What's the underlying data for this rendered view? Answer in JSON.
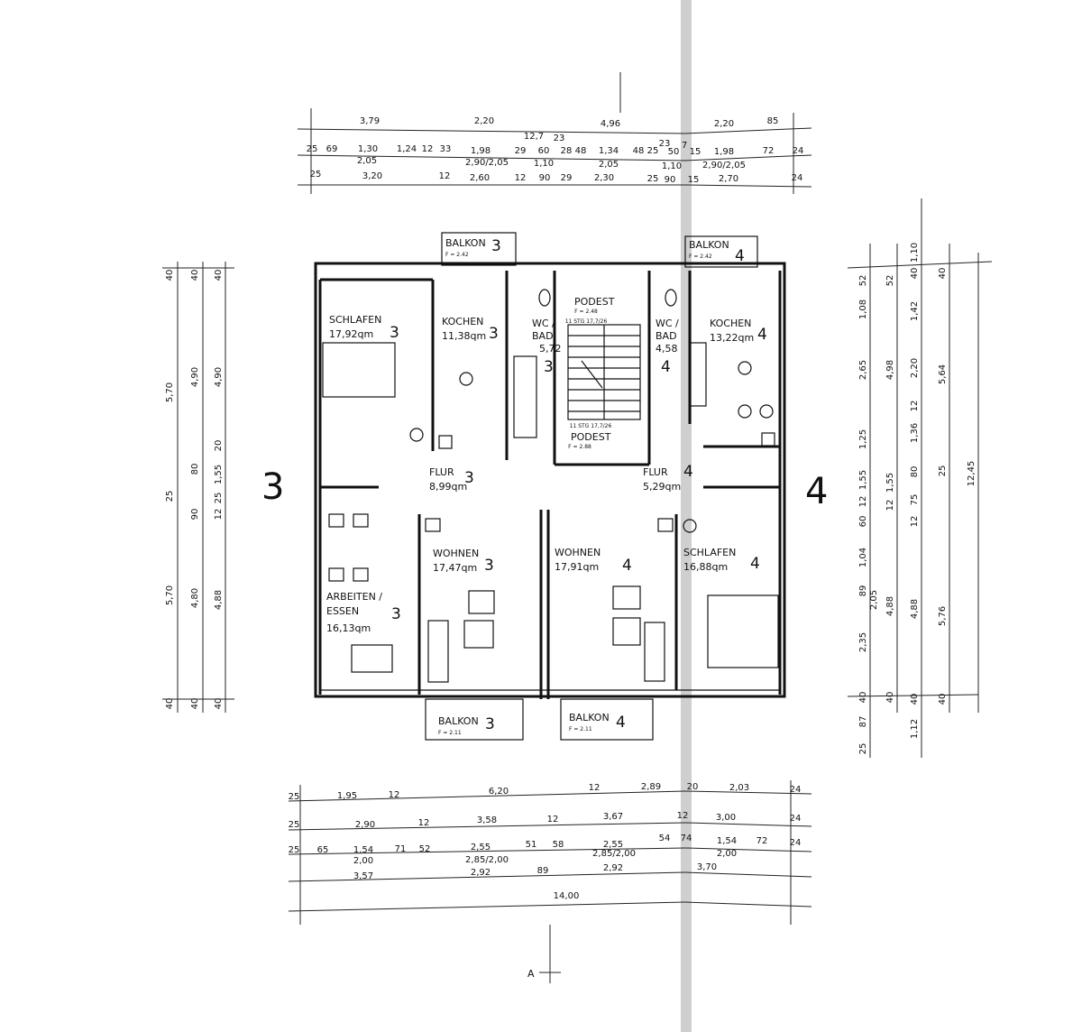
{
  "units": {
    "left": "3",
    "right": "4"
  },
  "section_marker": "A",
  "rooms": {
    "schlafen3": {
      "name": "SCHLAFEN",
      "unit": "3",
      "area": "17,92qm"
    },
    "kochen3": {
      "name": "KOCHEN",
      "unit": "3",
      "area": "11,38qm"
    },
    "wcbad3": {
      "name1": "WC /",
      "name2": "BAD",
      "area": "5,72",
      "unit": "3"
    },
    "podest_top": {
      "name": "PODEST",
      "sub": "F = 2.48"
    },
    "podest_bottom": {
      "name": "PODEST",
      "sub": "F = 2.88"
    },
    "stairs_top": "11 STG 17,7/26",
    "stairs_bottom": "11 STG 17,7/26",
    "wcbad4": {
      "name1": "WC /",
      "name2": "BAD",
      "area": "4,58",
      "unit": "4"
    },
    "kochen4": {
      "name": "KOCHEN",
      "unit": "4",
      "area": "13,22qm"
    },
    "flur3": {
      "name": "FLUR",
      "unit": "3",
      "area": "8,99qm"
    },
    "flur4": {
      "name": "FLUR",
      "unit": "4",
      "area": "5,29qm"
    },
    "wohnen3": {
      "name": "WOHNEN",
      "unit": "3",
      "area": "17,47qm"
    },
    "wohnen4": {
      "name": "WOHNEN",
      "unit": "4",
      "area": "17,91qm"
    },
    "schlafen4": {
      "name": "SCHLAFEN",
      "unit": "4",
      "area": "16,88qm"
    },
    "arbeiten3": {
      "name1": "ARBEITEN /",
      "name2": "ESSEN",
      "unit": "3",
      "area": "16,13qm"
    },
    "balkon3_top": {
      "name": "BALKON",
      "unit": "3",
      "sub": "F = 2.42"
    },
    "balkon4_top": {
      "name": "BALKON",
      "unit": "4",
      "sub": "F = 2.42"
    },
    "balkon3_bottom": {
      "name": "BALKON",
      "unit": "3",
      "sub": "F = 2.11"
    },
    "balkon4_bottom": {
      "name": "BALKON",
      "unit": "4",
      "sub": "F = 2.11"
    }
  },
  "dims_top": {
    "row1": [
      "3,79",
      "2,20",
      "4,96",
      "2,20",
      "85"
    ],
    "row2": [
      "25",
      "69",
      "1,30",
      "1,24",
      "12",
      "33",
      "1,98",
      "29",
      "12,7",
      "60",
      "23",
      "28",
      "48",
      "1,34",
      "48",
      "25",
      "23",
      "50",
      "7",
      "15",
      "1,98",
      "72",
      "24"
    ],
    "row3": [
      "2,05",
      "2,90/2,05",
      "1,10",
      "2,05",
      "1,10",
      "2,90/2,05"
    ],
    "row4": [
      "25",
      "3,20",
      "12",
      "2,60",
      "12",
      "90",
      "29",
      "2,30",
      "25",
      "90",
      "15",
      "2,70",
      "24"
    ]
  },
  "dims_bottom": {
    "row1": [
      "25",
      "1,95",
      "12",
      "6,20",
      "12",
      "2,89",
      "20",
      "2,03",
      "24"
    ],
    "row2": [
      "25",
      "2,90",
      "12",
      "3,58",
      "12",
      "3,67",
      "12",
      "3,00",
      "24"
    ],
    "row3": [
      "25",
      "65",
      "1,54",
      "71",
      "52",
      "2,55",
      "51",
      "58",
      "2,55",
      "54",
      "74",
      "1,54",
      "72",
      "24"
    ],
    "row3b": [
      "2,00",
      "2,85/2,00",
      "2,85/2,00",
      "2,00"
    ],
    "row4": [
      "3,57",
      "2,92",
      "89",
      "2,92",
      "3,70"
    ],
    "row5": [
      "14,00"
    ]
  },
  "dims_left": {
    "col1": [
      "40",
      "5,70",
      "25",
      "5,70",
      "40"
    ],
    "col2": [
      "40",
      "4,90",
      "80",
      "90",
      "4,80",
      "40"
    ],
    "col3": [
      "40",
      "4,90",
      "20",
      "1,55",
      "25",
      "12",
      "4,88",
      "40"
    ]
  },
  "dims_right": {
    "col1": [
      "52",
      "1,08",
      "2,65",
      "1,25",
      "1,55",
      "12",
      "60",
      "1,04",
      "89",
      "2,35",
      "40",
      "87",
      "25"
    ],
    "col1b": [
      "2,05"
    ],
    "col2": [
      "52",
      "4,98",
      "1,55",
      "12",
      "4,88",
      "40"
    ],
    "col3": [
      "1,10",
      "40",
      "1,42",
      "2,20",
      "12",
      "1,36",
      "80",
      "75",
      "12",
      "4,88",
      "40",
      "1,12"
    ],
    "col4": [
      "40",
      "5,64",
      "25",
      "5,76",
      "40"
    ],
    "col5": [
      "12,45"
    ]
  }
}
